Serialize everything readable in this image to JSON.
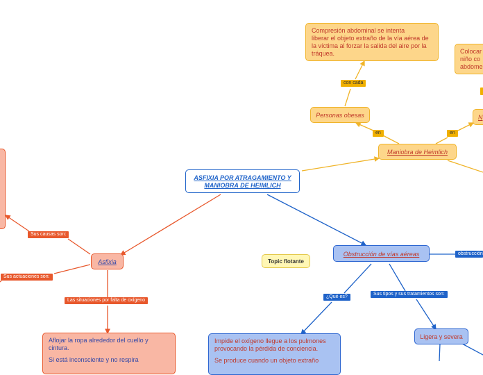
{
  "nodes": {
    "main": "ASFIXIA POR ATRAGAMIENTO Y MANIOBRA DE HEIMLICH",
    "heimlich": "Maniobra de Heimlich",
    "obesas": "Personas obesas",
    "compresion": "Compresión abdominal se intenta\nliberar el objeto extraño de la vía aérea de la víctima al forzar la salida del aire por la tráquea.",
    "colocar": "Colocar\nniño co\nabdome",
    "ninos": "N",
    "asfixia": "Asfixia",
    "aflojar": "Aflojar la ropa alrededor del cuello y cintura.",
    "aflojar_more": "Si está inconsciente y no respira",
    "obstruccion": "Obstrucción de vías aéreas",
    "impide": "Impide el oxígeno llegue a los pulmones provocando la pérdida de conciencia.",
    "impide_more": "Se produce cuando un objeto extraño",
    "ligera": "Ligera y severa",
    "topic": "Topic flotante"
  },
  "labels": {
    "con_cada": "con cada",
    "en_left": "en",
    "en_right": "en",
    "sus_causas": "Sus causas son:",
    "sus_actuaciones": "Sus actuaciones son:",
    "situaciones": "Las situaciones por falta de oxígeno",
    "que_es": "¿Qué es?",
    "tipos": "Sus tipos y sus tratamientos son:",
    "obstruccion_lbl": "obstrucción"
  },
  "colors": {
    "orange_line": "#f0b429",
    "red_line": "#e8582c",
    "blue_line": "#1f63c9"
  }
}
